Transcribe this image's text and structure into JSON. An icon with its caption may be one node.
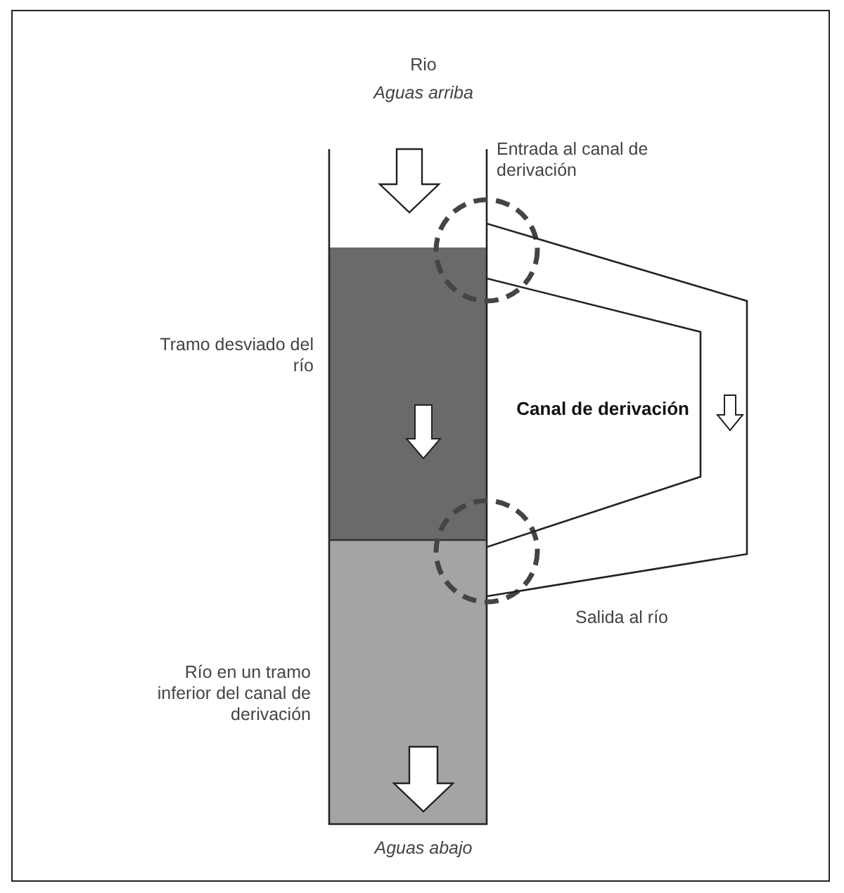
{
  "diagram": {
    "nodes": [
      {
        "text": [
          "Canal de derivación"
        ]
      }
    ],
    "labels": [
      "Rio",
      "Aguas arriba",
      "Entrada al canal de derivación",
      "Tramo desviado del río",
      "Salida al río",
      "Río en un tramo inferior del canal de derivación",
      "Aguas abajo"
    ]
  }
}
